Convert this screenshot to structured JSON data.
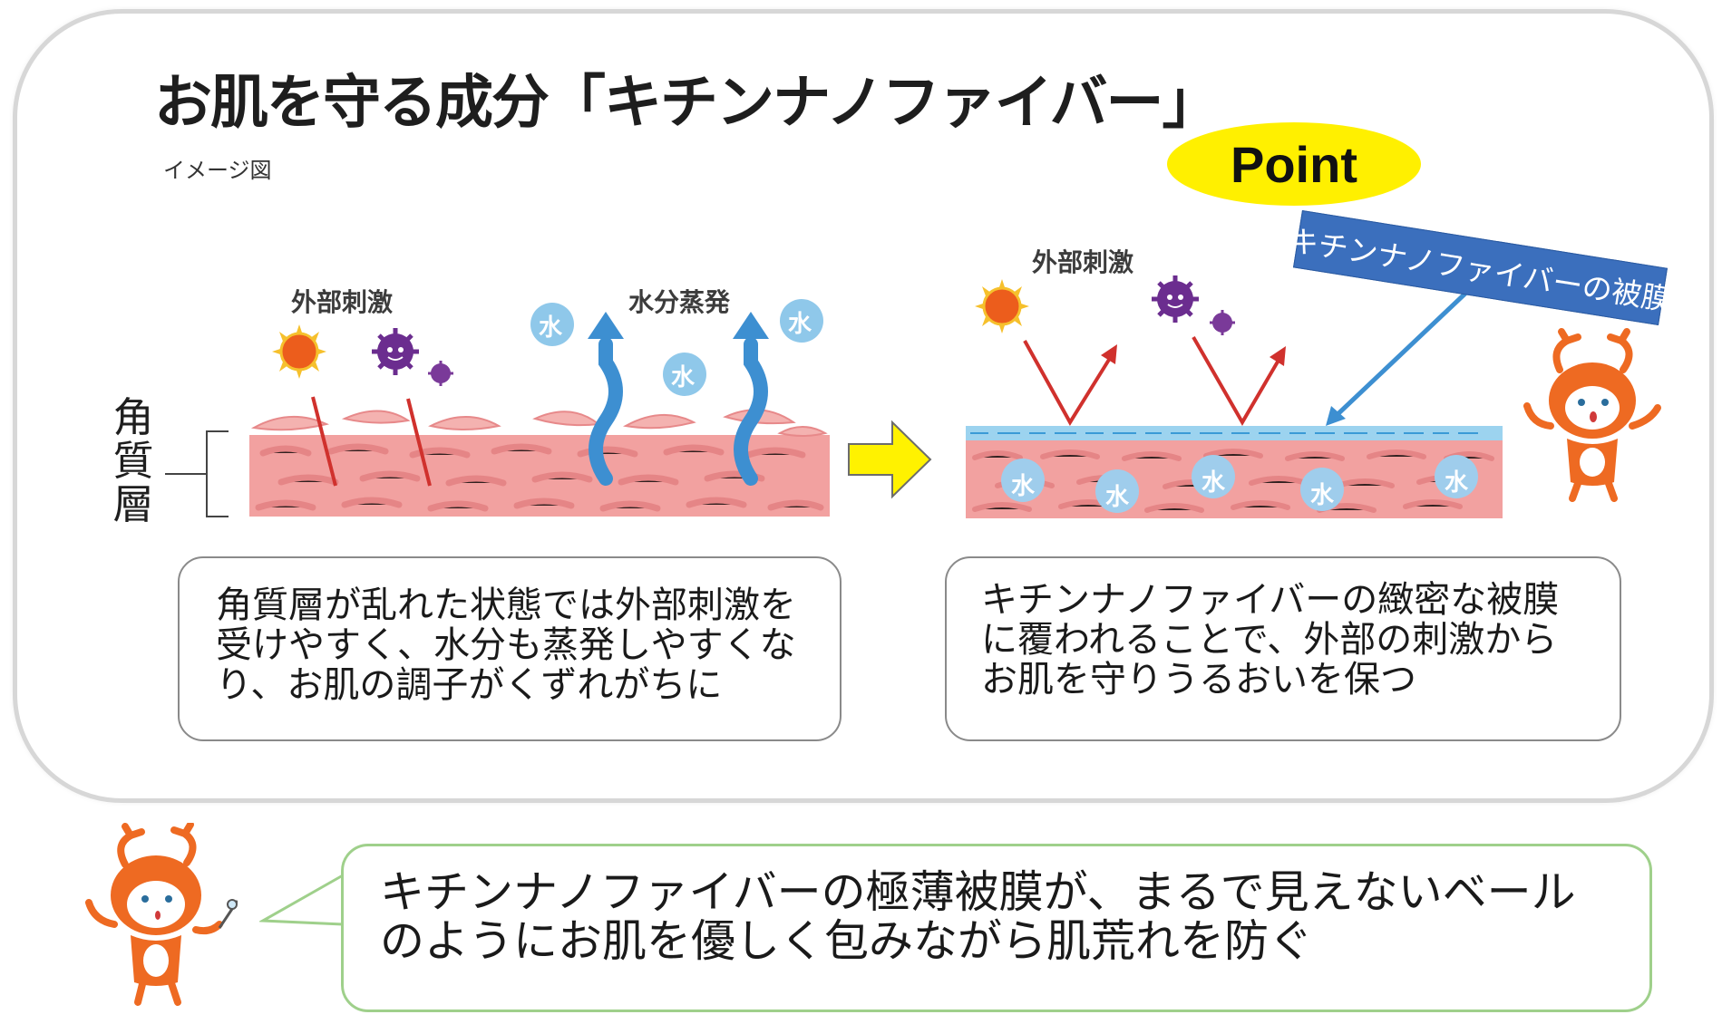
{
  "title": "お肌を守る成分「キチンナノファイバー」",
  "subtitle": "イメージ図",
  "colors": {
    "skin": "#f2a1a0",
    "skin_line": "#e07a7a",
    "water_drop": "#8fc8ea",
    "arrow_blue": "#3d8fd1",
    "arrow_red": "#d0312d",
    "point_yellow": "#fff000",
    "film_tag_blue": "#3b6fbd",
    "mascot_orange": "#ee6a22",
    "speech_border": "#9fd08b"
  },
  "labels": {
    "stratum_corneum": "角質層",
    "external_stimulus_left": "外部刺激",
    "evaporation": "水分蒸発",
    "external_stimulus_right": "外部刺激",
    "point": "Point",
    "film": "キチンナノファイバーの被膜",
    "water": "水"
  },
  "boxes": {
    "left": "角質層が乱れた状態では外部刺激を受けやすく、水分も蒸発しやすくなり、お肌の調子がくずれがちに",
    "left_lines": [
      "角質層が乱れた状態では外部刺激を",
      "受けやすく、水分も蒸発しやすくな",
      "り、お肌の調子がくずれがちに"
    ],
    "right_lines": [
      "キチンナノファイバーの緻密な被膜",
      "に覆われることで、外部の刺激から",
      "お肌を守りうるおいを保つ"
    ],
    "bottom_lines": [
      "キチンナノファイバーの極薄被膜が、まるで見えないベール",
      "のようにお肌を優しく包みながら肌荒れを防ぐ"
    ]
  },
  "icons": [
    "sun-icon",
    "germ-icon",
    "water-drop-icon",
    "right-arrow-icon",
    "crab-mascot-icon"
  ]
}
